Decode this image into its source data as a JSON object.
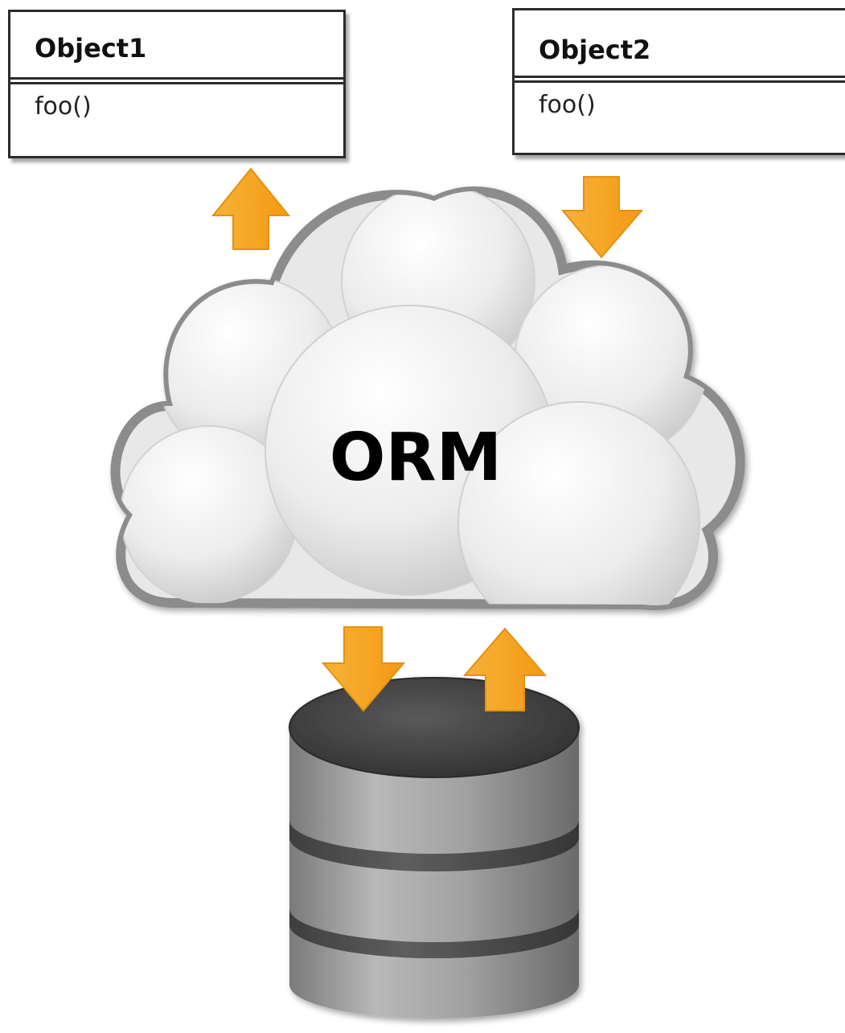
{
  "diagram": {
    "object1": {
      "name": "Object1",
      "method": "foo()"
    },
    "object2": {
      "name": "Object2",
      "method": "foo()"
    },
    "orm": {
      "label": "ORM"
    },
    "colors": {
      "arrow_fill": "#f5a623",
      "arrow_stroke": "#e08a10",
      "cloud_fill": "#f2f2f2",
      "cloud_stroke": "#8a8a8a",
      "database_body": "#9a9a9a",
      "database_top": "#444444",
      "box_border": "#2b2b2b"
    },
    "icons": [
      "arrow-up-icon",
      "arrow-down-icon",
      "cloud-icon",
      "database-icon"
    ]
  }
}
